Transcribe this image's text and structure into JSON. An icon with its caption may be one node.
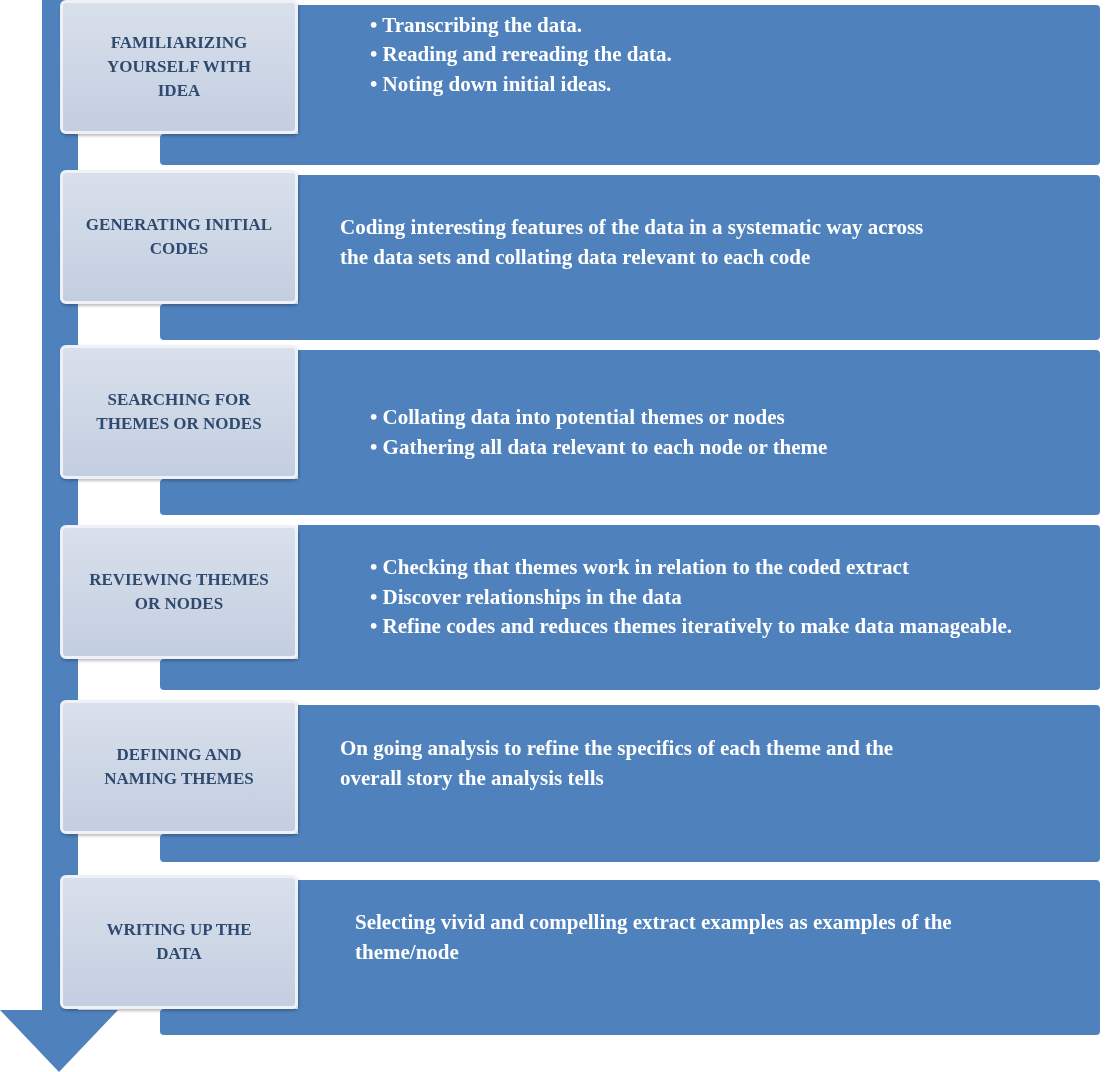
{
  "diagram": {
    "nodes": [
      {
        "text": [
          "FAMILIARIZING YOURSELF WITH IDEA"
        ]
      },
      {
        "text": [
          "• Transcribing  the data.",
          "• Reading and rereading the data.",
          "• Noting down initial ideas."
        ]
      },
      {
        "text": [
          "GENERATING INITIAL CODES"
        ]
      },
      {
        "text": [
          "Coding interesting features of the data in a systematic way across the data sets and collating data relevant to each code"
        ]
      },
      {
        "text": [
          "SEARCHING FOR THEMES OR NODES"
        ]
      },
      {
        "text": [
          "• Collating data into potential themes or nodes",
          "• Gathering all data relevant to each node or theme"
        ]
      },
      {
        "text": [
          "REVIEWING THEMES OR NODES"
        ]
      },
      {
        "text": [
          "• Checking that themes work in relation to the coded extract",
          "• Discover relationships in the data",
          "• Refine codes and reduces themes iteratively to make data manageable."
        ]
      },
      {
        "text": [
          "DEFINING AND NAMING THEMES"
        ]
      },
      {
        "text": [
          "On going analysis to refine the specifics of each theme and the overall story the analysis tells"
        ]
      },
      {
        "text": [
          "WRITING UP THE DATA"
        ]
      },
      {
        "text": [
          "Selecting vivid and compelling extract examples as examples of the theme/node"
        ]
      }
    ],
    "edges": []
  }
}
